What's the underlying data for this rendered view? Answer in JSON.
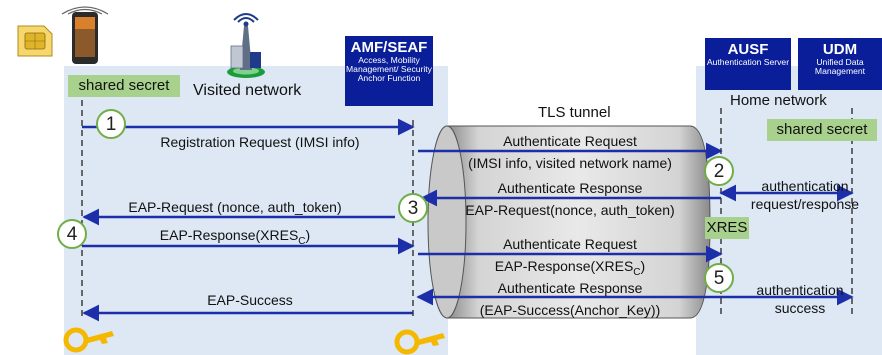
{
  "regions": {
    "visited_network": "Visited network",
    "home_network": "Home network",
    "tunnel": "TLS tunnel"
  },
  "ue": {
    "shared_secret": "shared secret"
  },
  "amf": {
    "title": "AMF/SEAF",
    "subtitle": "Access, Mobility Management/ Security Anchor Function"
  },
  "ausf": {
    "title": "AUSF",
    "subtitle": "Authentication Server"
  },
  "udm": {
    "title": "UDM",
    "subtitle": "Unified Data Management"
  },
  "home": {
    "shared_secret": "shared secret",
    "xres": "XRES"
  },
  "steps": [
    "1",
    "2",
    "3",
    "4",
    "5"
  ],
  "messages": {
    "registration_request": "Registration Request (IMSI info)",
    "auth_request_1_line1": "Authenticate Request",
    "auth_request_1_line2": "(IMSI info, visited network name)",
    "auth_response_1_line1": "Authenticate Response",
    "auth_response_1_line2": "EAP-Request(nonce, auth_token)",
    "eap_request": "EAP-Request (nonce, auth_token)",
    "eap_response": "EAP-Response(XRES",
    "auth_request_2_line1": "Authenticate Request",
    "auth_request_2_line2": "EAP-Response(XRES",
    "xres_subscript": "C",
    "close_paren": ")",
    "auth_response_2_line1": "Authenticate Response",
    "auth_response_2_line2": "(EAP-Success(Anchor_Key))",
    "eap_success": "EAP-Success",
    "udm_exchange_line1": "authentication",
    "udm_exchange_line2": "request/response",
    "udm_success_line1": "authentication",
    "udm_success_line2": "success"
  },
  "colors": {
    "arrow": "#1d2fa8",
    "header": "#0a1e9a",
    "region": "#dde8f4",
    "green_label": "#a9d18e",
    "step_ring": "#70ad47",
    "key": "#f5b800"
  },
  "icons": [
    "sim-card-icon",
    "phone-icon",
    "cell-tower-icon",
    "key-icon"
  ]
}
